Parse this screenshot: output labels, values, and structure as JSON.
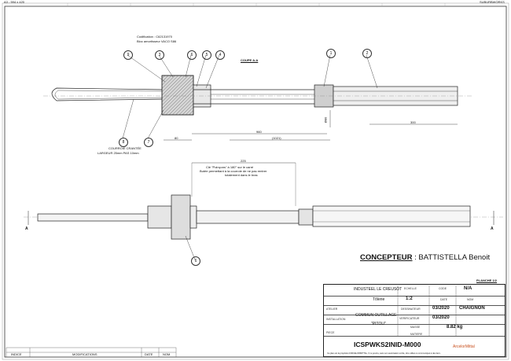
{
  "corner": {
    "top_left": "A3 - 594 x 420",
    "top_right": "SUBURBWORKS"
  },
  "annotations": {
    "codification": "Codification : C62131970",
    "bloc": "Bloc amortisseur VACO S86",
    "section": "COUPE A-A",
    "courroie_1": "COURROIE CRANTÉE",
    "courroie_2": "LARGEUR 25mm PAS 10mm",
    "note_1": "Clé \"Poinçons\" à 180° sur le carré",
    "note_2": "Butée permettant à la courroie de ne pas rentrer",
    "note_3": "totalement dans le bras"
  },
  "dimensions": {
    "d80": "80",
    "d960": "960",
    "d1021": "(1021)",
    "d300": "300",
    "d225": "225",
    "d_vert": "Ø80"
  },
  "balloons": [
    "9",
    "3",
    "6",
    "5",
    "4",
    "1",
    "2",
    "8",
    "7",
    "6"
  ],
  "markers": {
    "a_left": "A",
    "a_right": "A"
  },
  "concepteur": {
    "label": "CONCEPTEUR",
    "name": " : BATTISTELLA Benoit"
  },
  "planche": "PLANCHE 1/2",
  "title_block": {
    "company": "INDUSTEEL LE CREUSOT",
    "dept": "Tôlerie",
    "atelier_label": "ATELIER",
    "install_label": "INSTALLATION",
    "outillage": "COMMUN OUTILLAGE",
    "piece": "\"PITOU\"",
    "piece_label": "PIECE",
    "echelle_label": "ECHELLE",
    "echelle": "1:2",
    "code_label": "CODE",
    "code": "N/A",
    "date_label": "DATE",
    "nom_label": "NOM",
    "designateur_label": "DESSINATEUR",
    "designateur_date": "03/2020",
    "designateur_nom": "CHAIGNON",
    "verificateur_label": "VERIFICATEUR",
    "verificateur_date": "03/2020",
    "masse_label": "MASSE",
    "masse": "8.82 kg",
    "matiere_label": "MATIERE",
    "drawing_number": "ICSPWKS2INID-M000",
    "brand": "ArcelorMittal",
    "footer": "Ce plan est la propriété d'ARCELORMITTAL. Il ne pourra, sans son autorisation écrite, être utilisé ou communiqué à des tiers."
  },
  "revision_table": {
    "indice": "INDICE",
    "modifications": "MODIFICATIONS",
    "date": "DATE",
    "nom": "NOM"
  }
}
